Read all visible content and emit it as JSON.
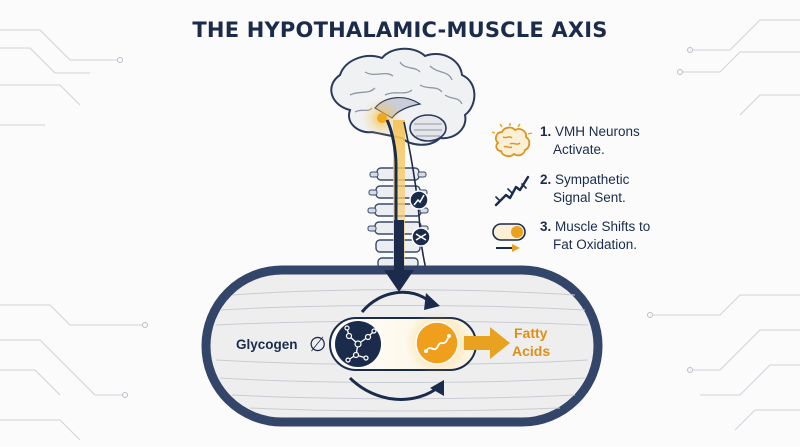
{
  "title": "THE HYPOTHALAMIC-MUSCLE AXIS",
  "colors": {
    "navy": "#1b2b4b",
    "orange": "#e8a21f",
    "muscle_fill": "#eeeeef",
    "muscle_outline": "#34456a"
  },
  "muscle": {
    "glycogen_label": "Glycogen",
    "empty_symbol": "∅",
    "output_label_line1": "Fatty",
    "output_label_line2": "Acids"
  },
  "steps": [
    {
      "icon": "brain-icon",
      "number": "1.",
      "line1": "VMH Neurons",
      "line2": "Activate."
    },
    {
      "icon": "nerve-icon",
      "number": "2.",
      "line1": "Sympathetic",
      "line2": "Signal Sent."
    },
    {
      "icon": "switch-icon",
      "number": "3.",
      "line1": "Muscle Shifts to",
      "line2": "Fat Oxidation."
    }
  ]
}
